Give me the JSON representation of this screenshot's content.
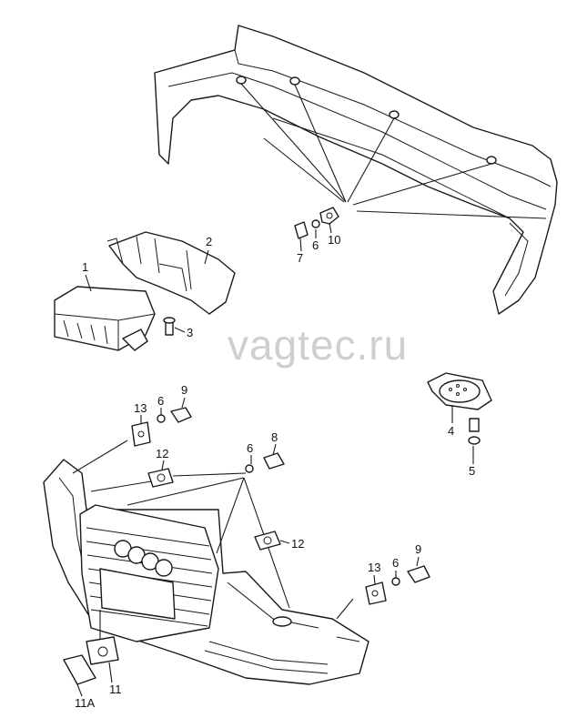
{
  "watermark": "vagtec.ru",
  "callouts": {
    "c1": "1",
    "c2": "2",
    "c3": "3",
    "c4": "4",
    "c5": "5",
    "c6a": "6",
    "c7": "7",
    "c10": "10",
    "c13a": "13",
    "c6b": "6",
    "c9a": "9",
    "c12a": "12",
    "c6c": "6",
    "c8": "8",
    "c12b": "12",
    "c13b": "13",
    "c6d": "6",
    "c9b": "9",
    "c11": "11",
    "c11a": "11A"
  }
}
